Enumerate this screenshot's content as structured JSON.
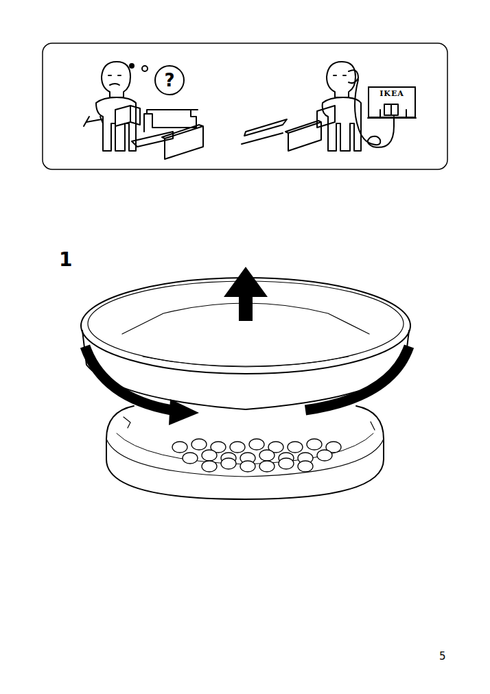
{
  "diagram": {
    "nodes": [
      {
        "text": [
          "?"
        ]
      },
      {
        "text": [
          "IKEA"
        ]
      }
    ],
    "labels": [
      "1",
      "5"
    ]
  }
}
